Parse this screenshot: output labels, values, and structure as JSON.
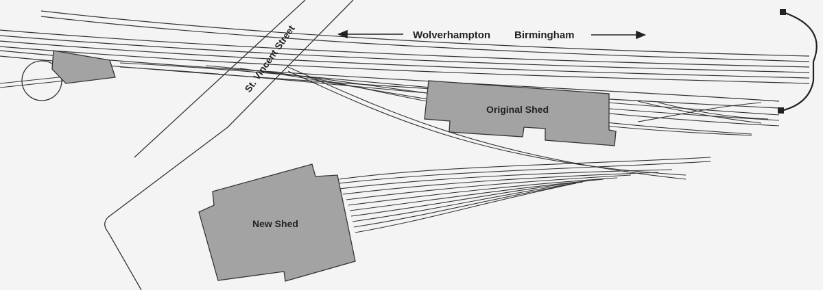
{
  "labels": {
    "street": "St. Vincent Street",
    "direction_left": "Wolverhampton",
    "direction_right": "Birmingham",
    "original_shed": "Original Shed",
    "new_shed": "New Shed"
  },
  "colors": {
    "background": "#f4f4f4",
    "building_fill": "#a3a3a3",
    "line": "#333333"
  }
}
